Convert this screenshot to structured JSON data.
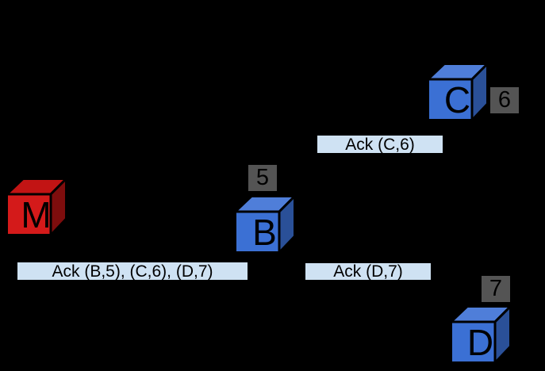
{
  "theme": {
    "canvas-bg": "#000000",
    "label-bg": "#CFE2F3",
    "badge-bg": "#545454",
    "badge-text": "#000000",
    "node-text": "#000000",
    "msg-text": "#000000"
  },
  "nodes": {
    "M": {
      "label": "M",
      "faces": {
        "front": "#D41A1A",
        "top": "#C21414",
        "right": "#7E0D0D"
      }
    },
    "B": {
      "label": "B",
      "badge": "5",
      "faces": {
        "front": "#3B70D4",
        "top": "#4F7ED9",
        "right": "#2A5098"
      }
    },
    "C": {
      "label": "C",
      "badge": "6",
      "faces": {
        "front": "#3B70D4",
        "top": "#4F7ED9",
        "right": "#2A5098"
      }
    },
    "D": {
      "label": "D",
      "badge": "7",
      "faces": {
        "front": "#3B70D4",
        "top": "#4F7ED9",
        "right": "#2A5098"
      }
    }
  },
  "messages": {
    "ack_c6": {
      "text": "Ack (C,6)"
    },
    "ack_all": {
      "text": "Ack (B,5), (C,6), (D,7)"
    },
    "ack_d7": {
      "text": "Ack (D,7)"
    }
  }
}
